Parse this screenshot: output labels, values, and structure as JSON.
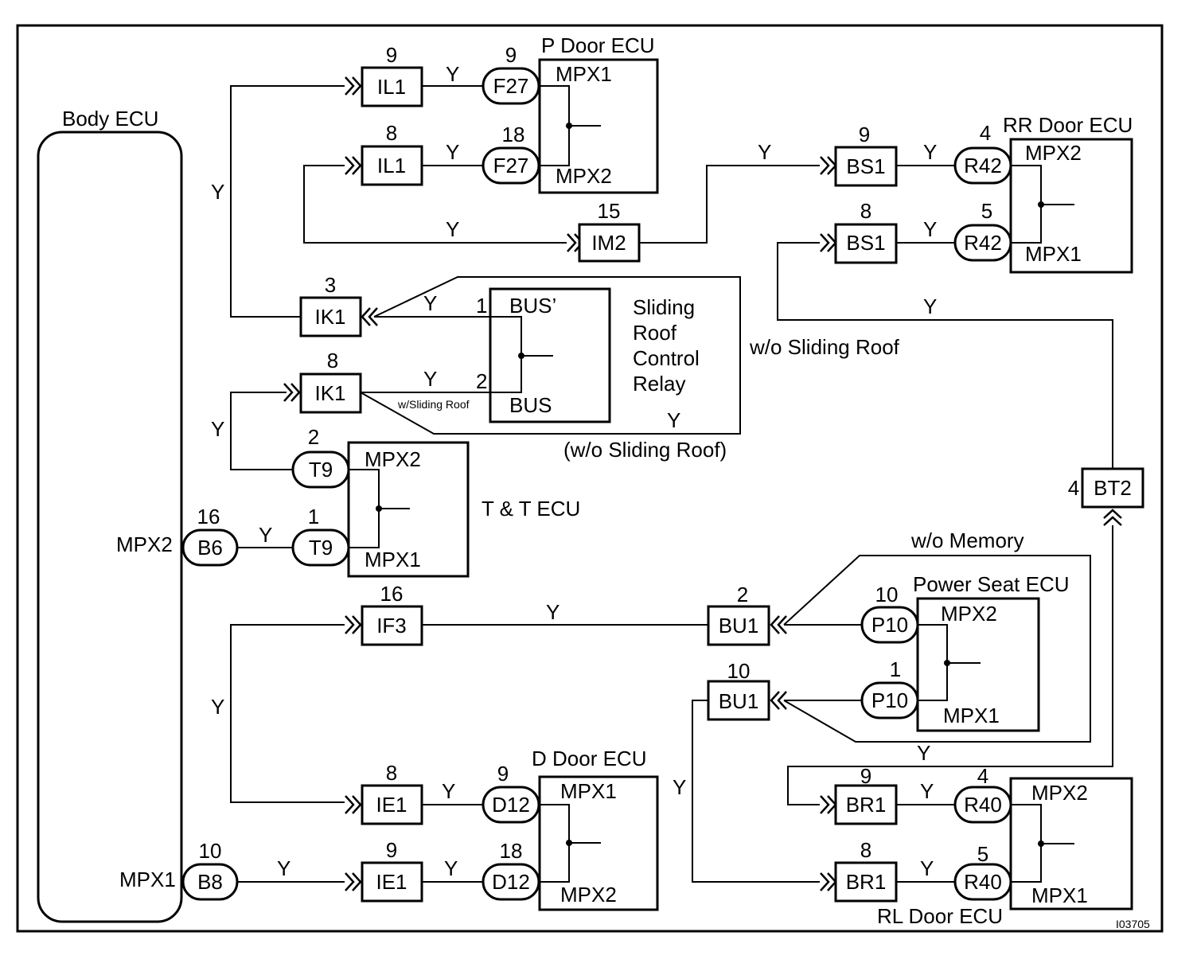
{
  "image_code": "I03705",
  "ecus": {
    "body": "Body ECU",
    "p_door": "P Door ECU",
    "rr_door": "RR Door ECU",
    "tt": "T & T ECU",
    "power_seat": "Power Seat ECU",
    "d_door": "D Door ECU",
    "rl_door": "RL Door ECU",
    "sliding_roof_relay": [
      "Sliding",
      "Roof",
      "Control",
      "Relay"
    ]
  },
  "pins": {
    "mpx1": "MPX1",
    "mpx2": "MPX2",
    "bus_prime": "BUS’",
    "bus": "BUS"
  },
  "wire_color": "Y",
  "notes": {
    "wo_sliding_roof": "w/o Sliding Roof",
    "wo_sliding_roof_paren": "(w/o Sliding Roof)",
    "w_sliding_roof": "w/Sliding Roof",
    "wo_memory": "w/o Memory"
  },
  "connectors": [
    {
      "id": "il1-9",
      "code": "IL1",
      "pin": "9"
    },
    {
      "id": "il1-8",
      "code": "IL1",
      "pin": "8"
    },
    {
      "id": "f27-9",
      "code": "F27",
      "pin": "9"
    },
    {
      "id": "f27-18",
      "code": "F27",
      "pin": "18"
    },
    {
      "id": "im2-15",
      "code": "IM2",
      "pin": "15"
    },
    {
      "id": "bs1-9",
      "code": "BS1",
      "pin": "9"
    },
    {
      "id": "bs1-8",
      "code": "BS1",
      "pin": "8"
    },
    {
      "id": "r42-4",
      "code": "R42",
      "pin": "4"
    },
    {
      "id": "r42-5",
      "code": "R42",
      "pin": "5"
    },
    {
      "id": "ik1-3",
      "code": "IK1",
      "pin": "3"
    },
    {
      "id": "ik1-8",
      "code": "IK1",
      "pin": "8"
    },
    {
      "id": "relay-1",
      "code": "",
      "pin": "1"
    },
    {
      "id": "relay-2",
      "code": "",
      "pin": "2"
    },
    {
      "id": "t9-2",
      "code": "T9",
      "pin": "2"
    },
    {
      "id": "t9-1",
      "code": "T9",
      "pin": "1"
    },
    {
      "id": "b6-16",
      "code": "B6",
      "pin": "16"
    },
    {
      "id": "bt2-4",
      "code": "BT2",
      "pin": "4"
    },
    {
      "id": "if3-16",
      "code": "IF3",
      "pin": "16"
    },
    {
      "id": "bu1-2",
      "code": "BU1",
      "pin": "2"
    },
    {
      "id": "bu1-10",
      "code": "BU1",
      "pin": "10"
    },
    {
      "id": "p10-10",
      "code": "P10",
      "pin": "10"
    },
    {
      "id": "p10-1",
      "code": "P10",
      "pin": "1"
    },
    {
      "id": "ie1-8",
      "code": "IE1",
      "pin": "8"
    },
    {
      "id": "ie1-9",
      "code": "IE1",
      "pin": "9"
    },
    {
      "id": "d12-9",
      "code": "D12",
      "pin": "9"
    },
    {
      "id": "d12-18",
      "code": "D12",
      "pin": "18"
    },
    {
      "id": "b8-10",
      "code": "B8",
      "pin": "10"
    },
    {
      "id": "br1-9",
      "code": "BR1",
      "pin": "9"
    },
    {
      "id": "br1-8",
      "code": "BR1",
      "pin": "8"
    },
    {
      "id": "r40-4",
      "code": "R40",
      "pin": "4"
    },
    {
      "id": "r40-5",
      "code": "R40",
      "pin": "5"
    }
  ]
}
